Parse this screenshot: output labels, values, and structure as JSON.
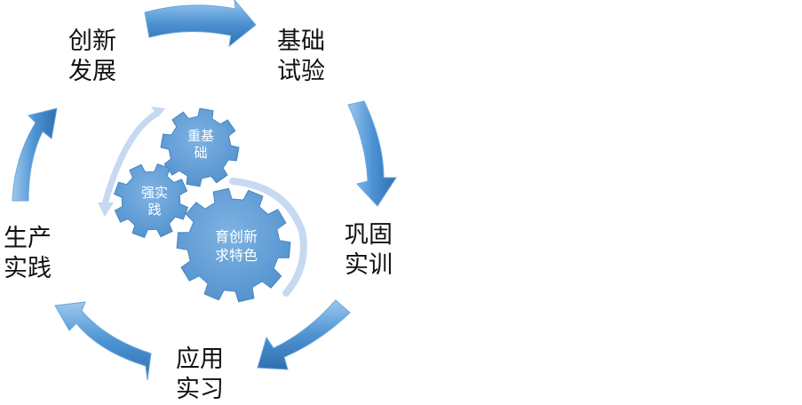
{
  "stages": [
    {
      "id": "innovate",
      "line1": "创新",
      "line2": "发展"
    },
    {
      "id": "basic",
      "line1": "基础",
      "line2": "试验"
    },
    {
      "id": "consolidate",
      "line1": "巩固",
      "line2": "实训"
    },
    {
      "id": "apply",
      "line1": "应用",
      "line2": "实习"
    },
    {
      "id": "produce",
      "line1": "生产",
      "line2": "实践"
    }
  ],
  "gears": {
    "top": {
      "line1": "重基",
      "line2": "础"
    },
    "left": {
      "line1": "强实",
      "line2": "践"
    },
    "center": {
      "line1": "育创新",
      "line2": "求特色"
    }
  },
  "colors": {
    "arrow": "#4a8fd0",
    "arrow_light": "#93c3ec",
    "gear": "#5b9bd5",
    "gear_arc": "#c6d9f1"
  }
}
